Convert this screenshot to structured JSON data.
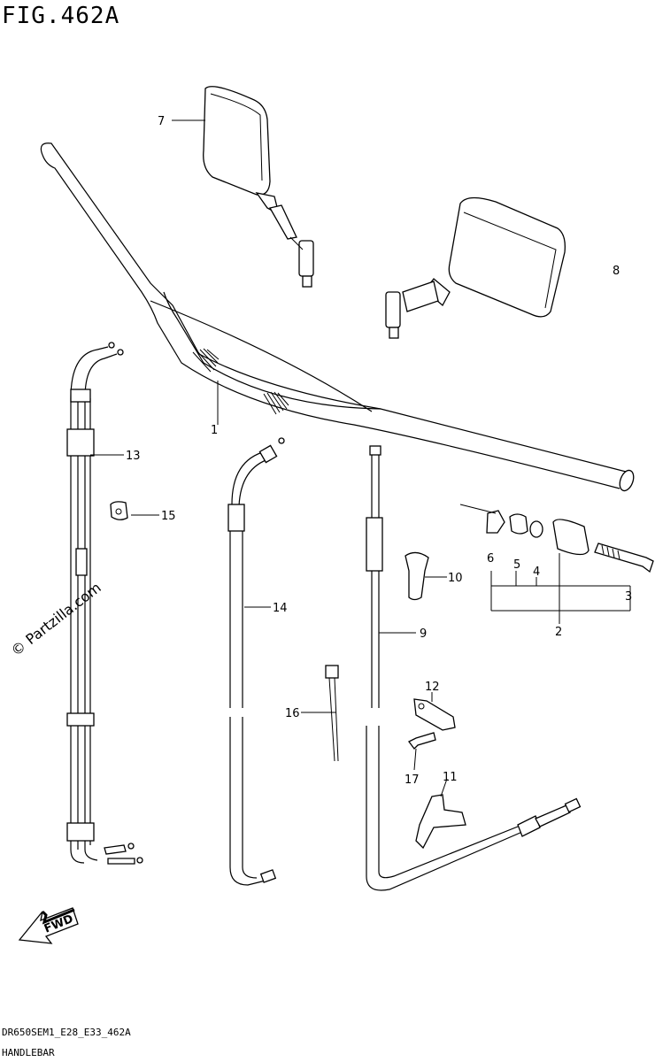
{
  "figure": {
    "title": "FIG.462A",
    "code": "DR650SEM1_E28_E33_462A",
    "name": "HANDLEBAR"
  },
  "watermark": "© Partzilla.com",
  "fwd_label": "FWD",
  "callouts": [
    {
      "id": "c1",
      "label": "1"
    },
    {
      "id": "c2",
      "label": "2"
    },
    {
      "id": "c3",
      "label": "3"
    },
    {
      "id": "c4",
      "label": "4"
    },
    {
      "id": "c5",
      "label": "5"
    },
    {
      "id": "c6",
      "label": "6"
    },
    {
      "id": "c7",
      "label": "7"
    },
    {
      "id": "c8",
      "label": "8"
    },
    {
      "id": "c9",
      "label": "9"
    },
    {
      "id": "c10",
      "label": "10"
    },
    {
      "id": "c11",
      "label": "11"
    },
    {
      "id": "c12",
      "label": "12"
    },
    {
      "id": "c13",
      "label": "13"
    },
    {
      "id": "c14",
      "label": "14"
    },
    {
      "id": "c15",
      "label": "15"
    },
    {
      "id": "c16",
      "label": "16"
    },
    {
      "id": "c17",
      "label": "17"
    }
  ]
}
